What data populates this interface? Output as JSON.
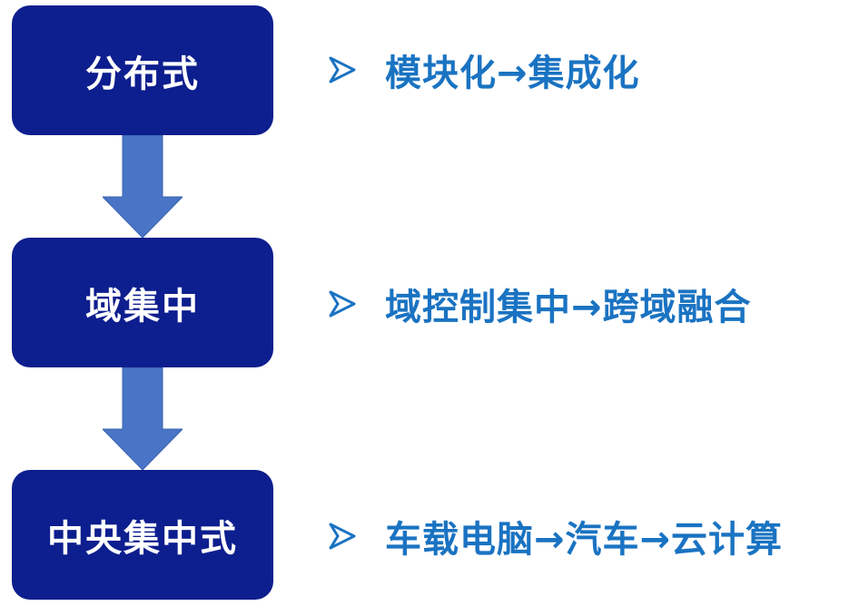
{
  "colors": {
    "box_fill": "#0d1e8e",
    "box_text": "#ffffff",
    "arrow_fill": "#4a74c6",
    "note_text": "#1a73c2"
  },
  "stages": [
    {
      "label": "分布式",
      "note": "模块化→集成化"
    },
    {
      "label": "域集中",
      "note": "域控制集中→跨域融合"
    },
    {
      "label": "中央集中式",
      "note": "车载电脑→汽车→云计算"
    }
  ]
}
